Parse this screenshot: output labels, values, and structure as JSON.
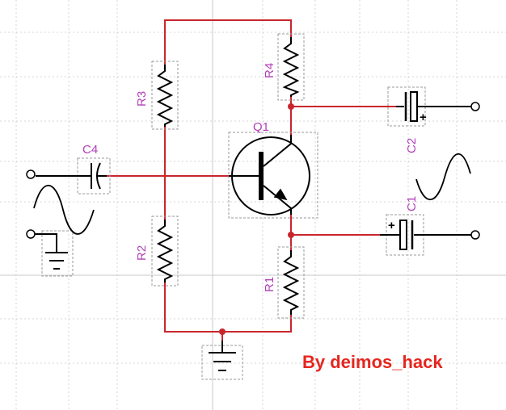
{
  "labels": {
    "r1": "R1",
    "r2": "R2",
    "r3": "R3",
    "r4": "R4",
    "c1": "C1",
    "c2": "C2",
    "c4": "C4",
    "q1": "Q1",
    "c1_plus": "+",
    "c2_plus": "+"
  },
  "credit": "By deimos_hack",
  "colors": {
    "wire": "#c8262d",
    "label": "#b03fb8",
    "credit": "#e5261f"
  }
}
